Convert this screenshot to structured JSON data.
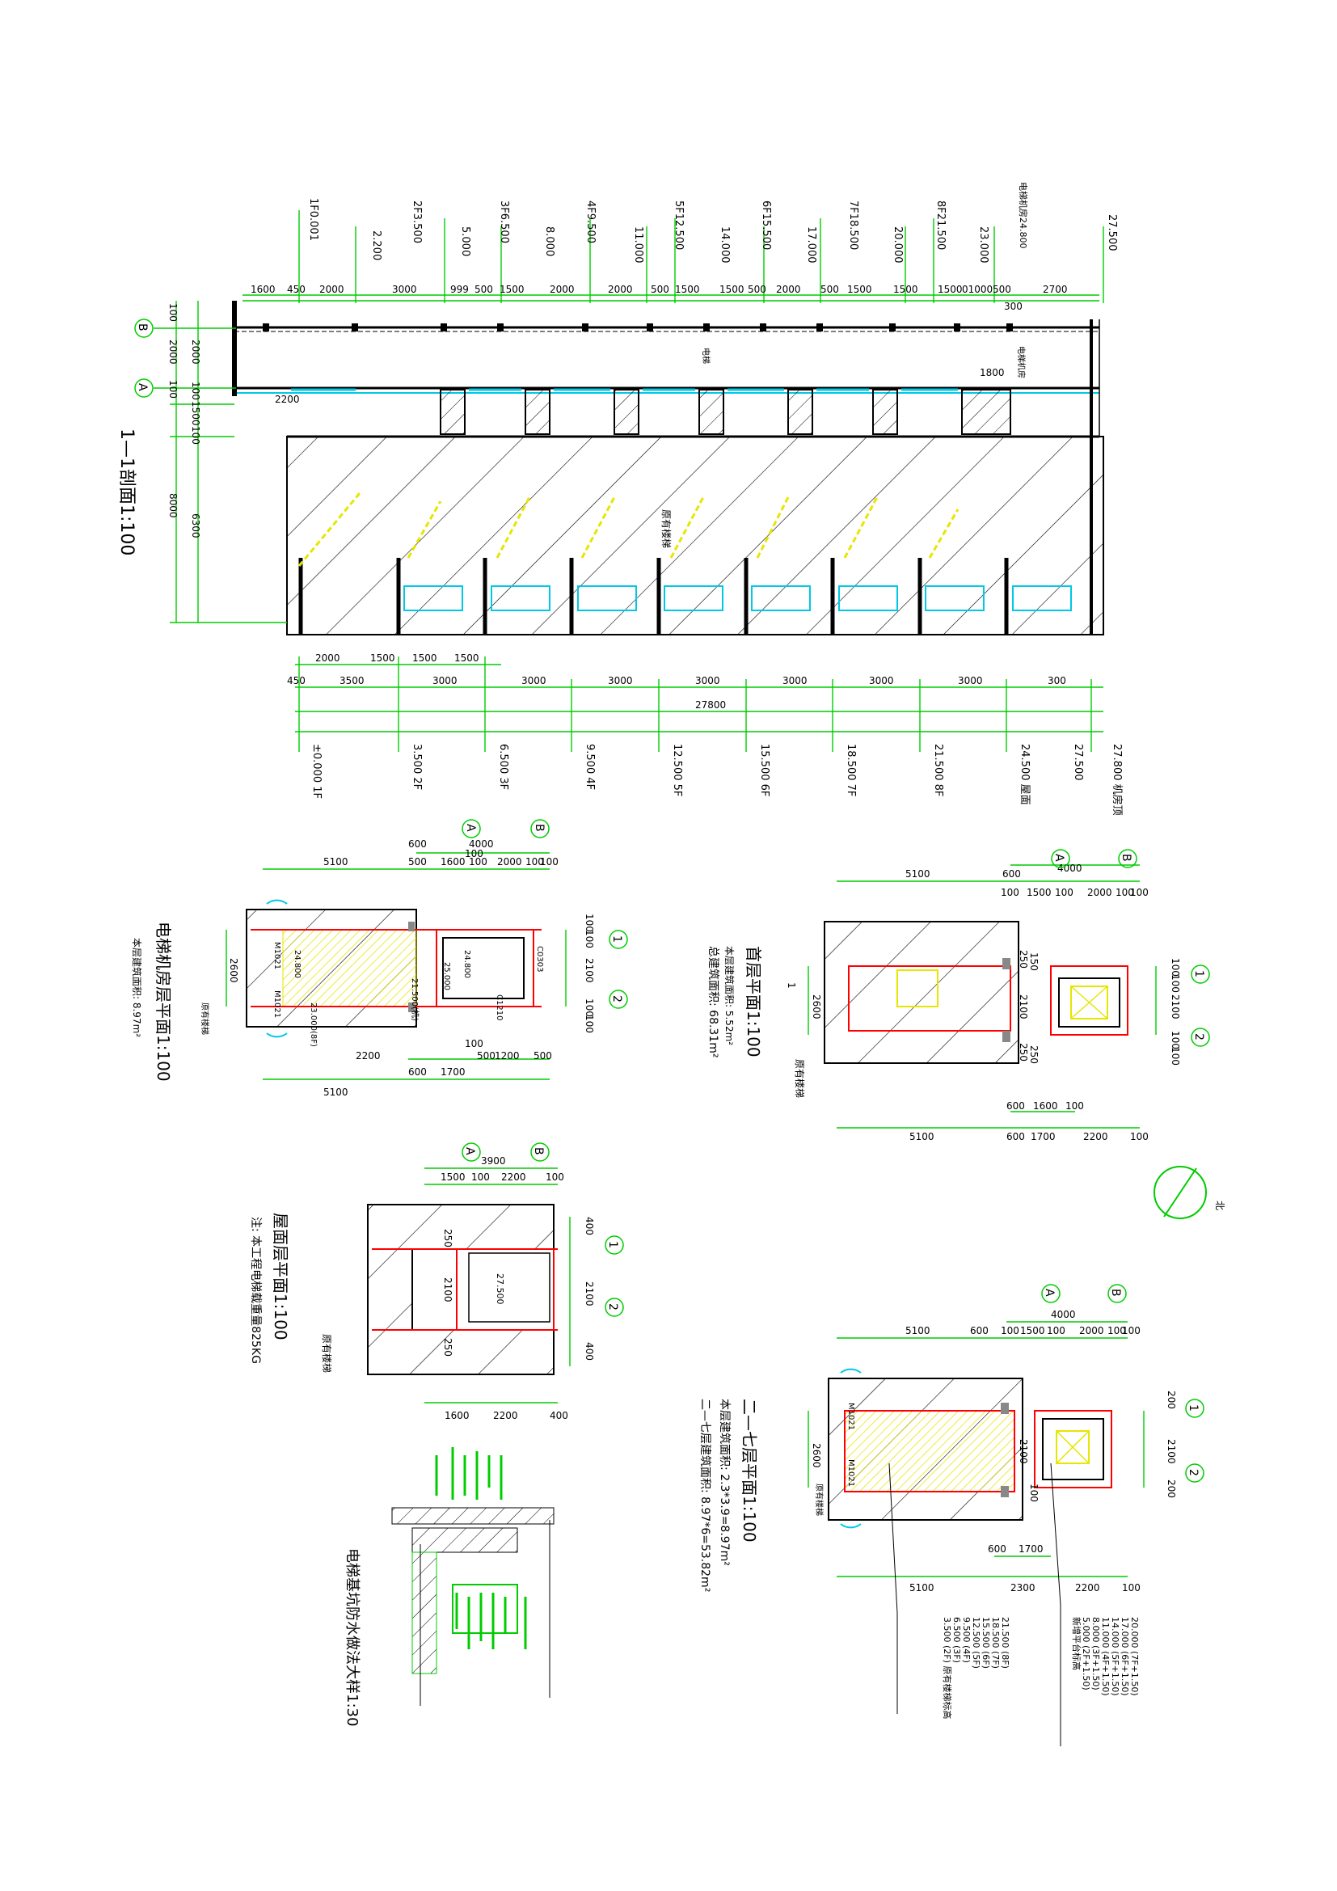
{
  "section": {
    "title": "1—1剖面1:100",
    "grid_b": "B",
    "grid_a": "A",
    "top_levels": [
      "1F0.001",
      "2.200",
      "2F3.500",
      "5.000",
      "3F6.500",
      "8.000",
      "4F9.500",
      "11.000",
      "5F12.500",
      "14.000",
      "6F15.500",
      "17.000",
      "7F18.500",
      "20.000",
      "8F21.500",
      "23.000",
      "电梯机房24.800",
      "27.500"
    ],
    "top_dims": [
      "1600",
      "450",
      "2000",
      "3000",
      "999",
      "500",
      "1500",
      "2000",
      "2000",
      "500",
      "1500",
      "1500",
      "500",
      "2000",
      "500",
      "1500",
      "1500",
      "1500",
      "01000",
      "500",
      "2700"
    ],
    "top_300": "300",
    "left_dims_a": [
      "100",
      "2000",
      "100"
    ],
    "left_dims_b": [
      "2000",
      "100",
      "1500",
      "100",
      "6300"
    ],
    "left_8000": "8000",
    "dim_2200": "2200",
    "dim_1800": "1800",
    "lift_label": "电梯",
    "machine_label": "电梯机房",
    "stair_label": "原有楼梯",
    "bottom_dims_1": [
      "2000",
      "1500",
      "1500",
      "1500"
    ],
    "bottom_dims_2": [
      "450",
      "3500",
      "3000",
      "3000",
      "3000",
      "3000",
      "3000",
      "3000",
      "3000",
      "300"
    ],
    "bottom_total": "27800",
    "bottom_levels": [
      "±0.000 1F",
      "3.500 2F",
      "6.500 3F",
      "9.500 4F",
      "12.500 5F",
      "15.500 6F",
      "18.500 7F",
      "21.500 8F",
      "24.500 屋面",
      "27.500",
      "27.800 机房顶"
    ]
  },
  "machine_plan": {
    "title": "电梯机房层平面1:100",
    "area": "本层建筑面积: 8.97m²",
    "top_dims": [
      "5100",
      "600",
      "500",
      "1600",
      "100",
      "2000",
      "100",
      "100"
    ],
    "top_4000": "4000",
    "top_100": "100",
    "bottom_dims": [
      "2200",
      "600",
      "1700",
      "500",
      "1200",
      "500"
    ],
    "bottom_5100": "5100",
    "bottom_100": "100",
    "right_dims": [
      "100",
      "100",
      "2100",
      "100",
      "100"
    ],
    "left_2600": "2600",
    "labels": [
      "M1021",
      "M1021",
      "24.800",
      "C0303",
      "C1210",
      "原有楼梯",
      "24.800",
      "23.000(8F)",
      "21.500(机)",
      "25.000"
    ]
  },
  "first_plan": {
    "title": "首层平面1:100",
    "area1": "本层建筑面积: 5.52m²",
    "area2": "总建筑面积: 68.31m²",
    "top_dims": [
      "5100",
      "600",
      "100",
      "1500",
      "100",
      "2000",
      "100",
      "100"
    ],
    "top_4000": "4000",
    "right_dims": [
      "100",
      "100",
      "2100",
      "100",
      "100"
    ],
    "side_dims": [
      "250",
      "150",
      "2100",
      "250",
      "250"
    ],
    "left_2600": "2600",
    "bottom_dims": [
      "600",
      "1600",
      "100",
      "5100",
      "600",
      "1700",
      "2200",
      "100"
    ],
    "stair_label": "原有楼梯",
    "section_mark": "1"
  },
  "roof_plan": {
    "title": "屋面层平面1:100",
    "note": "注: 本工程电梯载重量825KG",
    "top_3900": "3900",
    "top_dims": [
      "1500",
      "100",
      "2200",
      "100"
    ],
    "right_dims": [
      "400",
      "2100",
      "400"
    ],
    "side_dims": [
      "250",
      "2100",
      "250"
    ],
    "bottom_dims": [
      "1600",
      "2200",
      "400"
    ],
    "level": "27.500",
    "stair_label": "原有楼梯"
  },
  "typical_plan": {
    "title": "二—七层平面1:100",
    "area1": "本层建筑面积: 2.3*3.9=8.97m²",
    "area2": "二—七层建筑面积: 8.97*6=53.82m²",
    "top_dims": [
      "5100",
      "600",
      "100",
      "1500",
      "100",
      "2000",
      "100",
      "100"
    ],
    "top_4000": "4000",
    "right_dims": [
      "200",
      "2100",
      "200"
    ],
    "side_dims": [
      "2100",
      "100"
    ],
    "left_2600": "2600",
    "bottom_dims": [
      "600",
      "1700",
      "5100",
      "2300",
      "2200",
      "100"
    ],
    "labels": [
      "M1021",
      "M1021",
      "原有楼梯"
    ],
    "note_a": [
      "21.500 (8F)",
      "18.500 (7F)",
      "15.500 (6F)",
      "12.500 (5F)",
      "9.500 (4F)",
      "6.500 (3F)",
      "3.500 (2F) 原有楼梯标高"
    ],
    "note_b": [
      "20.000 (7F+1.50)",
      "17.000 (6F+1.50)",
      "14.000 (5F+1.50)",
      "11.000 (4F+1.50)",
      "8.000 (3F+1.50)",
      "5.000 (2F+1.50)",
      "新增平台标高"
    ]
  },
  "pit_detail": {
    "title": "电梯基坑防水做法大样1:30"
  },
  "north_arrow": {
    "label": "北"
  },
  "grid_1": "1",
  "grid_2": "2",
  "grid_a": "A",
  "grid_b": "B"
}
